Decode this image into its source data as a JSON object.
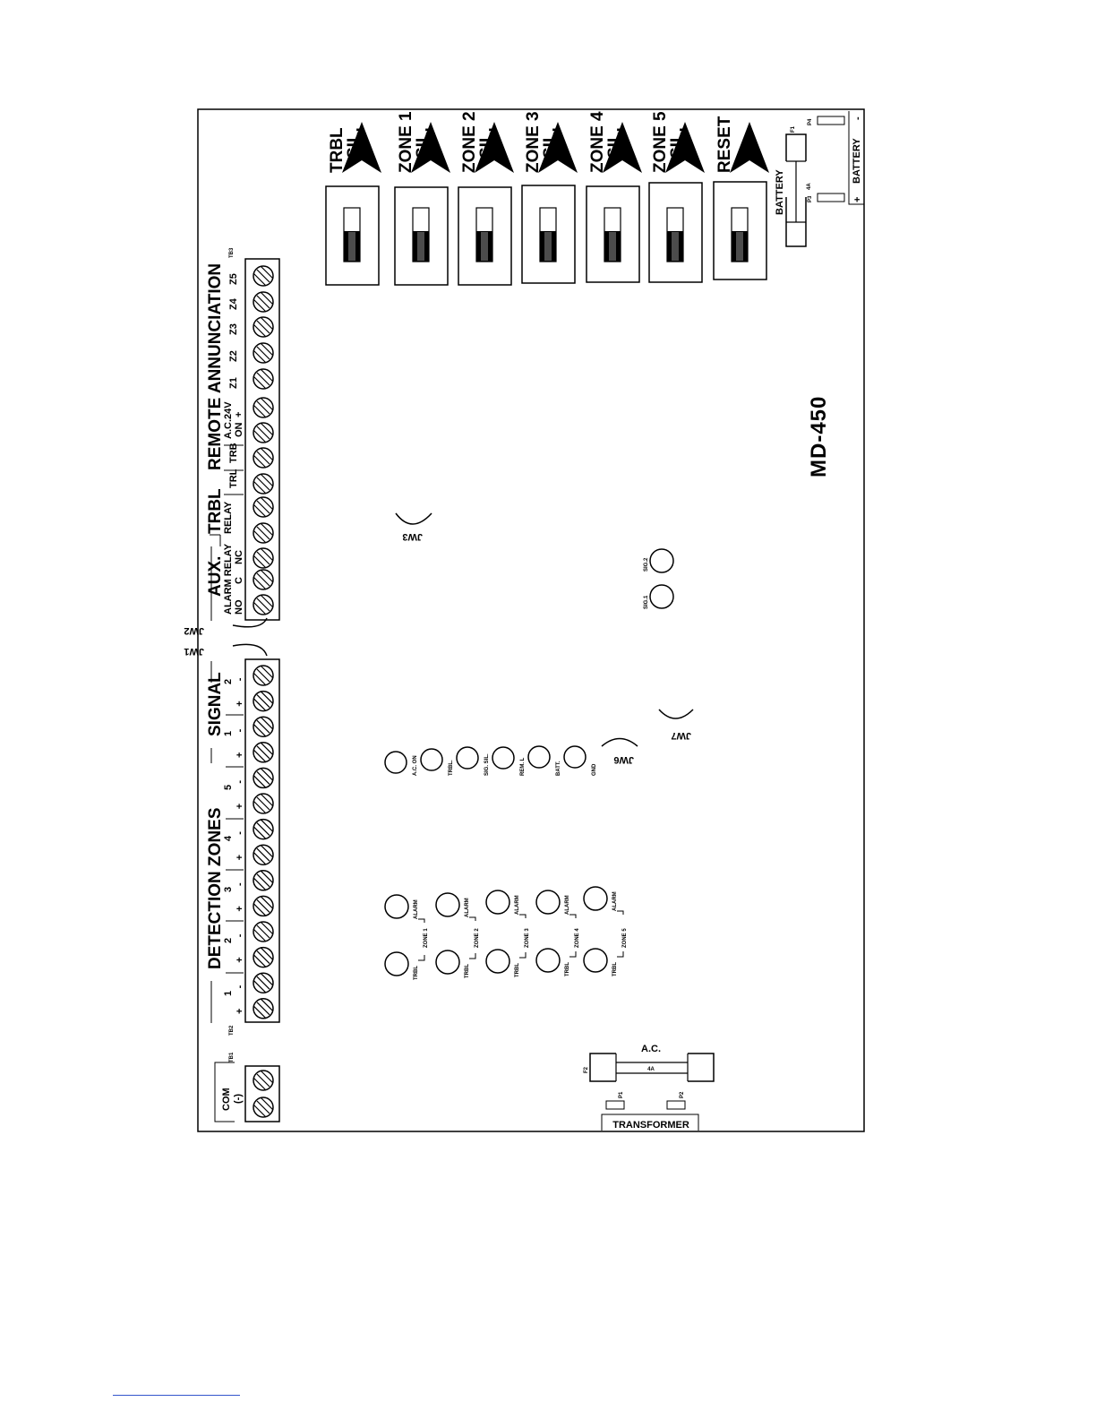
{
  "model": "MD-450",
  "switches": [
    {
      "line1": "TRBL",
      "line2": "SIL."
    },
    {
      "line1": "ZONE 1",
      "line2": "SIL."
    },
    {
      "line1": "ZONE 2",
      "line2": "SIL."
    },
    {
      "line1": "ZONE 3",
      "line2": "SIL."
    },
    {
      "line1": "ZONE 4",
      "line2": "SIL."
    },
    {
      "line1": "ZONE 5",
      "line2": "SIL."
    },
    {
      "line1": "RESET",
      "line2": ""
    }
  ],
  "battery": {
    "fuse_label": "BATTERY",
    "fuse_rating": "4A",
    "fuse_ref": "F1",
    "label": "BATTERY",
    "plus": "+",
    "minus": "-",
    "pin_plus": "P3",
    "pin_minus": "P4"
  },
  "terminal_blocks": {
    "tb1": {
      "ref": "TB1",
      "label_line1": "COM",
      "label_line2": "(-)"
    },
    "tb2": {
      "ref": "TB2",
      "title": "DETECTION ZONES",
      "zone_numbers": [
        "1",
        "2",
        "3",
        "4",
        "5"
      ],
      "signal_title": "SIGNAL",
      "signal_numbers": [
        "1",
        "2"
      ],
      "polarities": [
        "+",
        "-",
        "+",
        "-",
        "+",
        "-",
        "+",
        "-",
        "+",
        "-",
        "+",
        "-",
        "+",
        "-"
      ]
    },
    "tb3": {
      "ref": "TB3",
      "aux_title": "AUX.",
      "aux_sub": "ALARM RELAY",
      "aux_contacts": [
        "NO",
        "C",
        "NC"
      ],
      "trbl_title": "TRBL",
      "trbl_sub": "RELAY",
      "remote_title": "REMOTE ANNUNCIATION",
      "remote_cols": [
        {
          "l1": "TRL",
          "l2": ""
        },
        {
          "l1": "TRB",
          "l2": ""
        },
        {
          "l1": "A.C.",
          "l2": "ON"
        },
        {
          "l1": "24V",
          "l2": "+"
        },
        {
          "l1": "Z1",
          "l2": ""
        },
        {
          "l1": "Z2",
          "l2": ""
        },
        {
          "l1": "Z3",
          "l2": ""
        },
        {
          "l1": "Z4",
          "l2": ""
        },
        {
          "l1": "Z5",
          "l2": ""
        }
      ]
    }
  },
  "jumpers": {
    "jw1": "JW1",
    "jw2": "JW2",
    "jw3": "JW3",
    "jw6": "JW6",
    "jw7": "JW7"
  },
  "status_leds": [
    "A.C. ON",
    "TRBL.",
    "SIG. SIL.",
    "REM. L",
    "BATT.",
    "GND"
  ],
  "signal_leds": [
    "SIG.1",
    "SIG.2"
  ],
  "zone_leds": {
    "alarm_label": "ALARM",
    "trbl_label": "TRBL",
    "zones": [
      "ZONE 1",
      "ZONE 2",
      "ZONE 3",
      "ZONE 4",
      "ZONE 5"
    ]
  },
  "ac_input": {
    "label": "A.C.",
    "fuse_rating": "4A",
    "fuse_ref": "F2",
    "pin_1": "P1",
    "pin_2": "P2",
    "transformer": "TRANSFORMER"
  }
}
